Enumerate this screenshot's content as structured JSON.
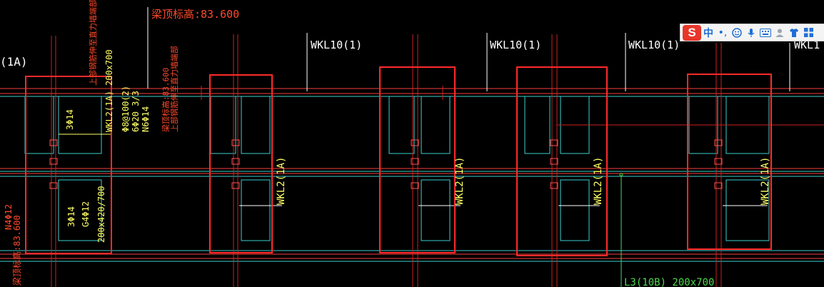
{
  "texts": {
    "elev_top": "梁顶标高:83.600",
    "wkl10_1": "WKL10(1)",
    "wkl10_2": "WKL10(1)",
    "wkl10_3": "WKL10(1)",
    "wkl10_4": "WKL1",
    "label_1a": "(1A)",
    "wkl2_1": "WKL2(1A)",
    "wkl2_2": "WKL2(1A)",
    "wkl2_3": "WKL2(1A)",
    "wkl2_4": "WKL2(1A)",
    "red_v_a": "上部钢筋伸至直力墙端部",
    "red_v_b1": "梁顶标高:83.600",
    "red_v_b2": "上部钢筋伸至直力墙端部",
    "red_left_a": "N4Φ12",
    "red_left_b": "梁顶标高:83.600",
    "y_l1_a": "WKL2(1A) 200x700",
    "y_l1_b": "Φ8@100(2)",
    "y_l1_c": "6Φ20 3/3",
    "y_l1_d": "N6Φ14",
    "y_top1": "3Φ14",
    "y_bot1": "3Φ14",
    "y_bot2": "G4Φ12",
    "y_bot3": "200x420/700",
    "green_bottom": "L3(10B) 200x700"
  },
  "colors": {
    "background": "#000000",
    "beam_line": "#c83232",
    "axis_red": "#cc2020",
    "cyan": "#3ccfcf",
    "white": "#ffffff",
    "yellow": "#ffff66",
    "highlight": "#ff2a2a",
    "green": "#4cd94c",
    "orange_red": "#ff5a2a"
  },
  "ime_toolbar": {
    "logo": "S",
    "lang": "中",
    "punct": "•,",
    "emoji_icon": "smile-icon",
    "voice_icon": "mic-icon",
    "keyboard_icon": "keyboard-icon",
    "user_icon": "user-icon",
    "skin_icon": "shirt-icon",
    "menu_icon": "grid-icon"
  }
}
